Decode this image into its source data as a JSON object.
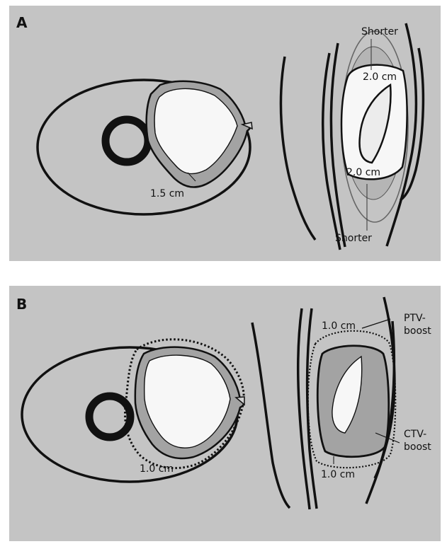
{
  "colors": {
    "panel_background": "#c4c4c4",
    "outline": "#111111",
    "tumor_fill": "#f7f7f7",
    "margin_fill": "#a3a3a3",
    "ptv_outline": "#666666"
  },
  "panel_a": {
    "letter": "A",
    "labels": {
      "shorter_top": "Shorter",
      "margin_upper": "2.0 cm",
      "margin_lower": "2.0 cm",
      "shorter_bottom": "Shorter",
      "margin_axial": "1.5 cm"
    }
  },
  "panel_b": {
    "letter": "B",
    "labels": {
      "margin_axial": "1.0 cm",
      "margin_sagittal_top": "1.0 cm",
      "margin_sagittal_bottom": "1.0 cm",
      "ptv_label_line1": "PTV-",
      "ptv_label_line2": "boost",
      "ctv_label_line1": "CTV-",
      "ctv_label_line2": "boost"
    }
  }
}
